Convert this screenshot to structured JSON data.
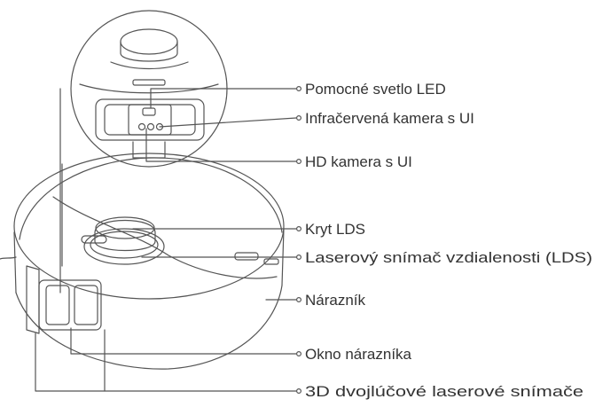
{
  "labels": {
    "led": "Pomocné svetlo LED",
    "ir_camera": "Infračervená kamera s UI",
    "hd_camera": "HD kamera s UI",
    "lds_cover": "Kryt LDS",
    "lds": "Laserový snímač vzdialenosti (LDS)",
    "bumper": "Nárazník",
    "bumper_window": "Okno nárazníka",
    "sensors_3d": "3D dvojlúčové laserové snímače"
  },
  "colors": {
    "line": "#555555",
    "text": "#333333",
    "background": "#ffffff"
  }
}
